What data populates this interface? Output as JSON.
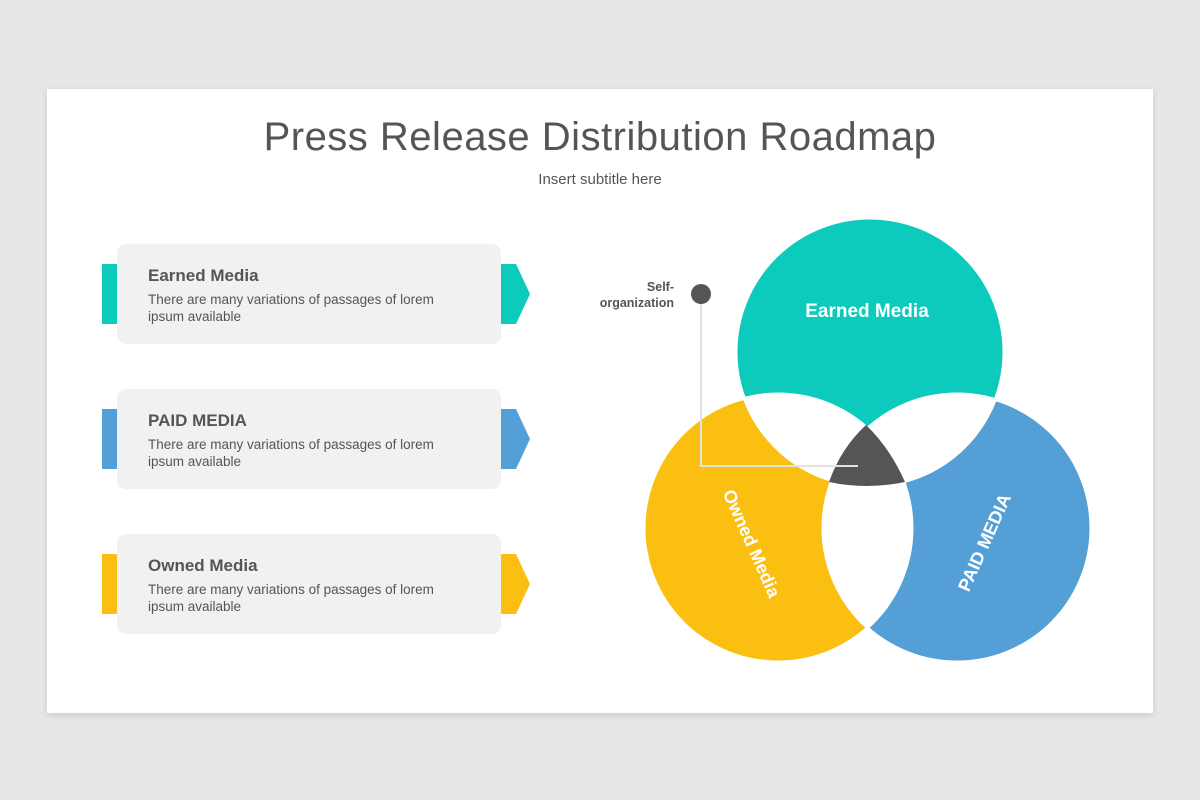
{
  "slide": {
    "title": "Press Release Distribution Roadmap",
    "subtitle": "Insert subtitle here"
  },
  "cards": [
    {
      "title": "Earned Media",
      "text": "There are many variations of passages of lorem ipsum available",
      "color": "#0ccbbd"
    },
    {
      "title": "PAID MEDIA",
      "text": "There are many variations of passages of lorem ipsum available",
      "color": "#549fd6"
    },
    {
      "title": "Owned Media",
      "text": "There are many variations of passages of lorem ipsum available",
      "color": "#fbbf12"
    }
  ],
  "venn": {
    "circles": [
      {
        "label": "Earned Media",
        "color": "#0ccbbd"
      },
      {
        "label": "Owned Media",
        "color": "#fbbf12"
      },
      {
        "label": "PAID MEDIA",
        "color": "#549fd6"
      }
    ],
    "center_color": "#555555",
    "callout_label": "Self-\norganization",
    "callout_color": "#555555"
  }
}
